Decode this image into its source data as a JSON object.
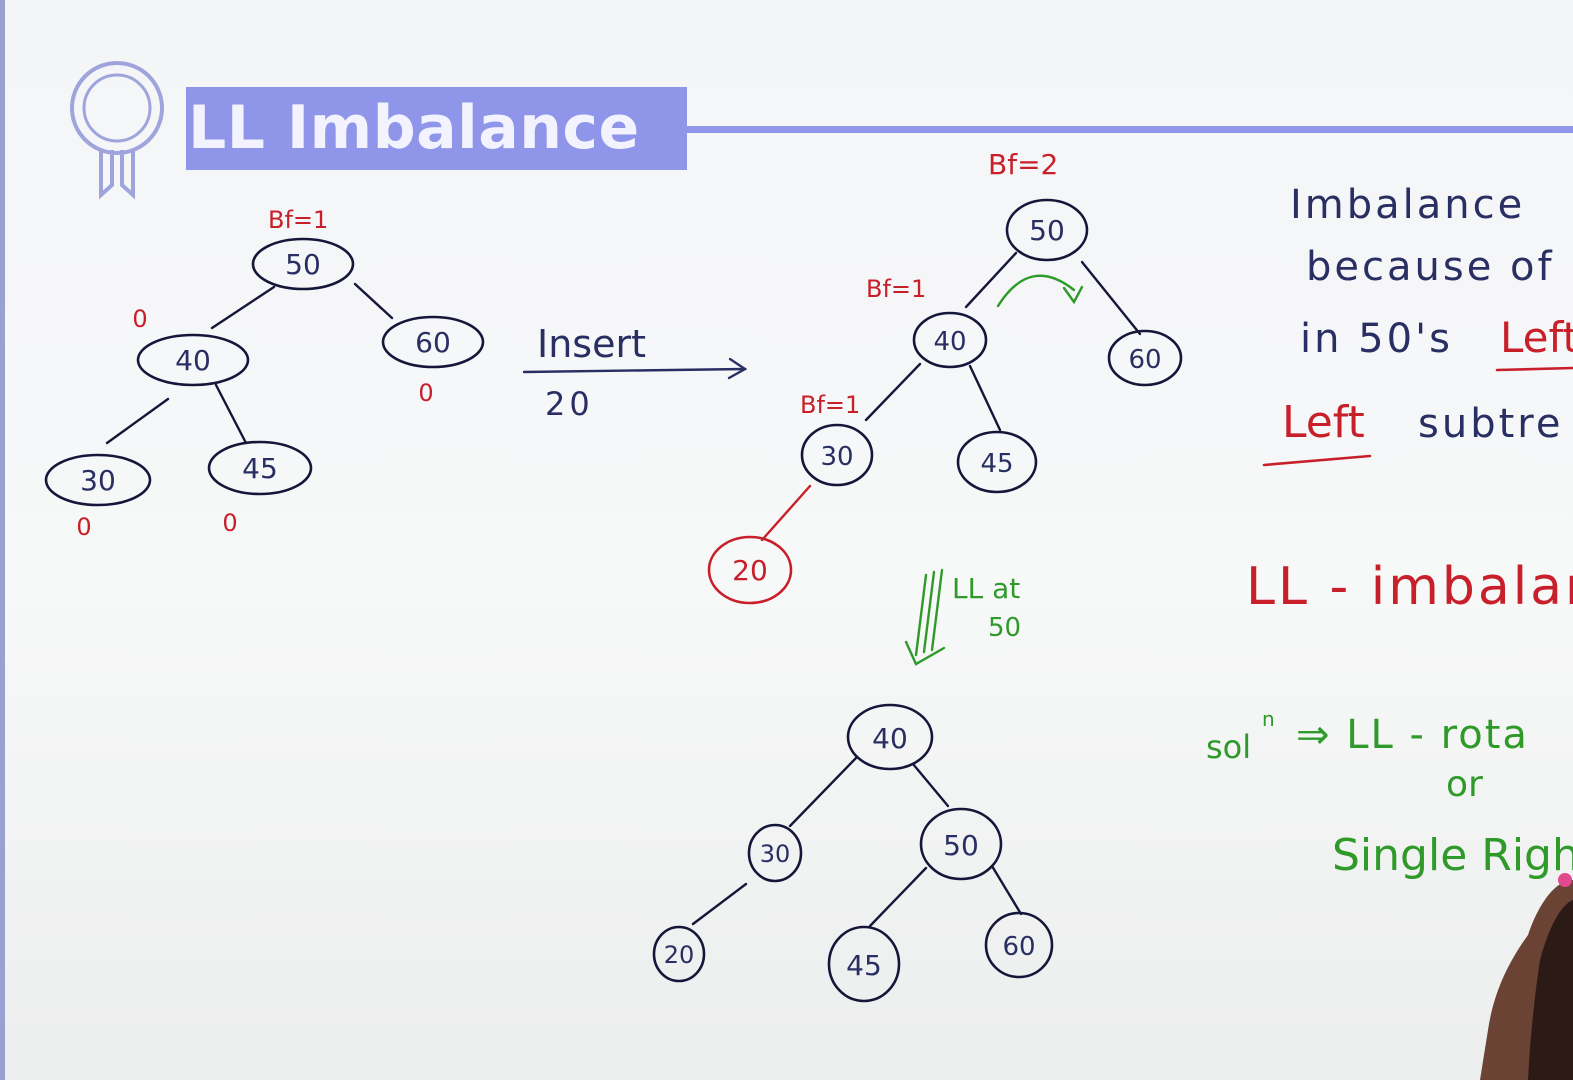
{
  "title": "LL Imbalance",
  "icons": {
    "badge": "award-ribbon-icon"
  },
  "colors": {
    "title_bg": "#8f95e8",
    "red_ink": "#c8202a",
    "green_ink": "#2f9a2a",
    "blue_ink": "#2a2f63",
    "node_ink": "#15163a"
  },
  "tree_before": {
    "nodes": [
      "50",
      "40",
      "60",
      "30",
      "45"
    ],
    "bf_root": "Bf=1",
    "bf_labels": [
      "0",
      "0",
      "0",
      "0"
    ]
  },
  "insert": {
    "label": "Insert",
    "value": "20"
  },
  "tree_after_insert": {
    "nodes": [
      "50",
      "40",
      "60",
      "30",
      "45",
      "20"
    ],
    "bf_labels": [
      "Bf=2",
      "Bf=1",
      "Bf=1"
    ]
  },
  "rotation": {
    "line1": "LL at",
    "line2": "50"
  },
  "tree_rotated": {
    "nodes": [
      "40",
      "30",
      "50",
      "20",
      "45",
      "60"
    ]
  },
  "notes": {
    "line1": "Imbalance",
    "line2": "because of",
    "line3_a": "in 50's",
    "line3_b": "Left",
    "line4_a": "Left",
    "line4_b": "subtre",
    "ll_label": "LL - imbalan",
    "sol_a": "sol",
    "sol_sup": "n",
    "sol_b": "⇒ LL - rota",
    "or": "or",
    "single": "Single Righ"
  }
}
